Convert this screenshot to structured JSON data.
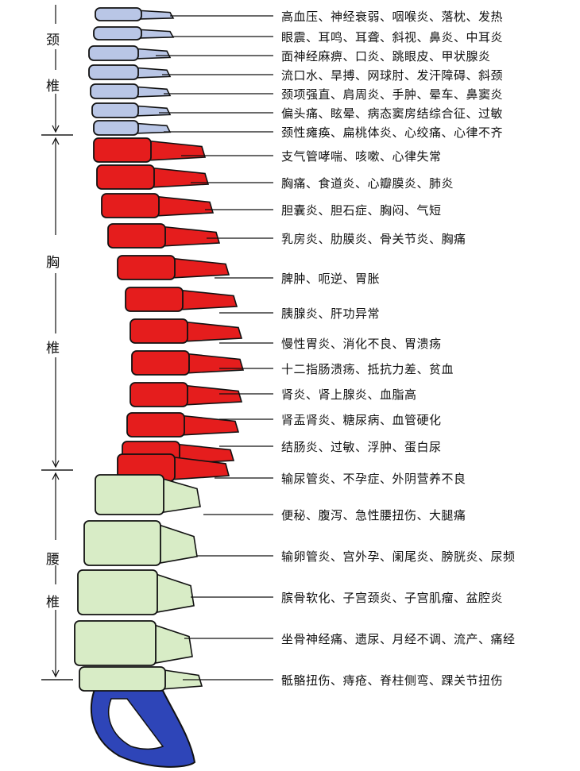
{
  "regions": {
    "cervical": [
      "颈",
      "椎"
    ],
    "thoracic": [
      "胸",
      "椎"
    ],
    "lumbar": [
      "腰",
      "椎"
    ]
  },
  "conditions": [
    "高血压、神经衰弱、咽喉炎、落枕、发热",
    "眼震、耳鸣、耳聋、斜视、鼻炎、中耳炎",
    "面神经麻痹、口炎、跳眼皮、甲状腺炎",
    "流口水、旱搏、网球肘、发汗障碍、斜颈",
    "颈项强直、肩周炎、手肿、晕车、鼻窦炎",
    "偏头痛、眩晕、病态窦房结综合征、过敏",
    "颈性瘫痪、扁桃体炎、心绞痛、心律不齐",
    "支气管哮喘、咳嗽、心律失常",
    "胸痛、食道炎、心瓣膜炎、肺炎",
    "胆囊炎、胆石症、胸闷、气短",
    "乳房炎、肋膜炎、骨关节炎、胸痛",
    "脾肿、呃逆、胃胀",
    "胰腺炎、肝功异常",
    "慢性胃炎、消化不良、胃溃疡",
    "十二指肠溃疡、抵抗力差、贫血",
    "肾炎、肾上腺炎、血脂高",
    "肾盂肾炎、糖尿病、血管硬化",
    "结肠炎、过敏、浮肿、蛋白尿",
    "输尿管炎、不孕症、外阴营养不良",
    "便秘、腹泻、急性腰扭伤、大腿痛",
    "输卵管炎、宫外孕、阑尾炎、膀胱炎、尿频",
    "膑骨软化、子宫颈炎、子宫肌瘤、盆腔炎",
    "坐骨神经痛、遗尿、月经不调、流产、痛经",
    "骶骼扭伤、痔疮、脊柱侧弯、踝关节扭伤"
  ],
  "colors": {
    "cervical": "#b9c6e6",
    "thoracic": "#e51d1d",
    "lumbar": "#d8ecc6",
    "sacrum": "#2e45b8",
    "outline": "#111111"
  }
}
